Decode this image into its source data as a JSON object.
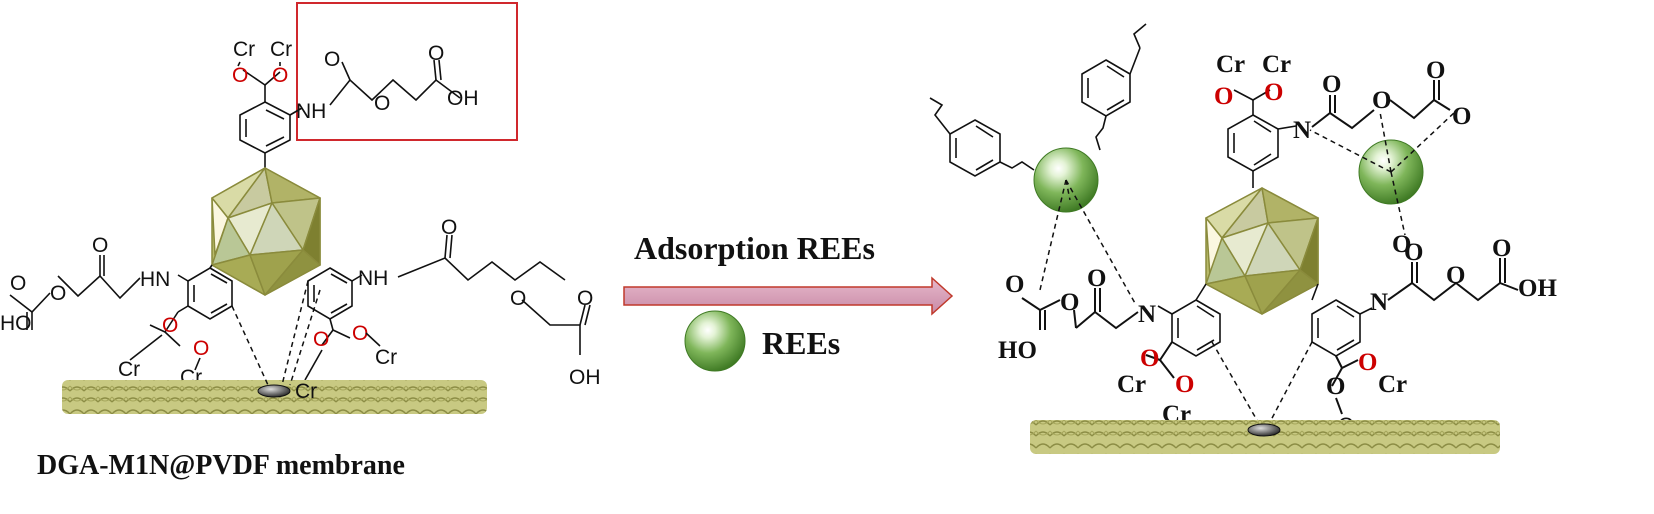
{
  "colors": {
    "oxygen_red": "#cc0000",
    "highlight_box": "#d0282d",
    "arrow_fill": "#d79cb6",
    "arrow_stroke": "#c0392b",
    "polyhedron": "#b5b866",
    "fiber": "#c2c37a",
    "ree_sphere": "#5e9e3c"
  },
  "labels": {
    "O": "O",
    "Cr": "Cr",
    "NH": "NH",
    "HN": "HN",
    "N": "N",
    "OH": "OH",
    "HO": "HO"
  },
  "arrow": {
    "label": "Adsorption REEs",
    "legend_label": "REEs"
  },
  "caption": "DGA-M1N@PVDF membrane"
}
